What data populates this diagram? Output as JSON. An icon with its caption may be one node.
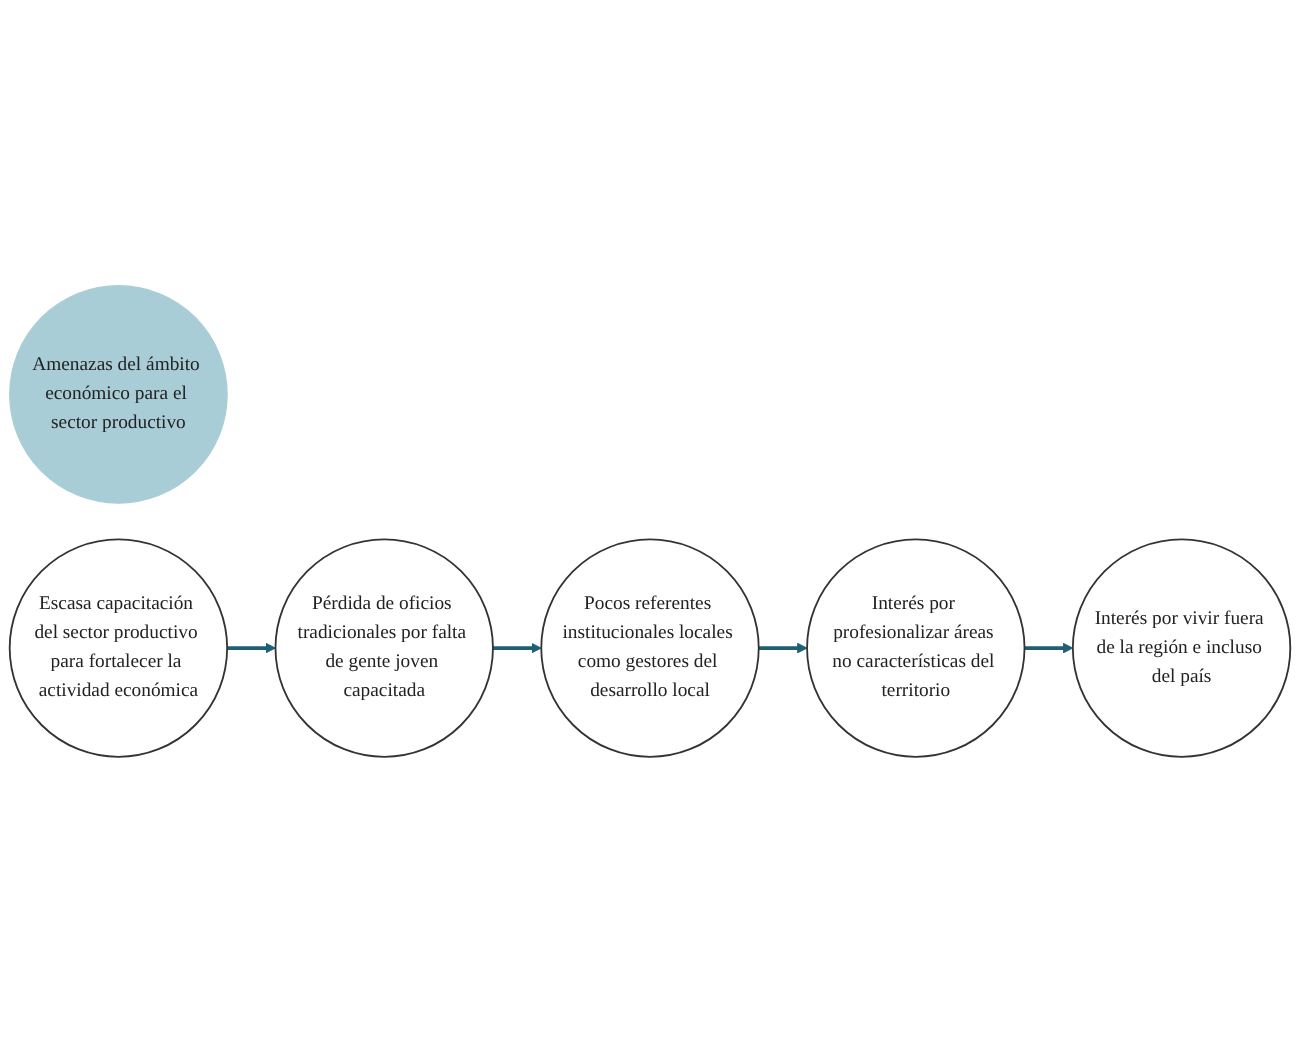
{
  "diagram": {
    "nodes": [
      {
        "text": [
          "Amenazas del ámbito económico para el sector productivo"
        ]
      },
      {
        "text": [
          "Pérdida de oficios tradicionales por falta de gente joven capacitada"
        ]
      },
      {
        "text": [
          "Pocos referentes institucionales locales como gestores del desarrollo local"
        ]
      },
      {
        "text": [
          "Interés por profesionalizar áreas no características del territorio"
        ]
      },
      {
        "text": [
          "Interés por vivir fuera de la región e incluso del país"
        ]
      },
      {
        "text": [
          "Escasa capacitación del sector productivo para fortalecer la actividad económica"
        ]
      }
    ],
    "edges": [
      {
        "from": 5,
        "to": 1,
        "arrow": "to"
      },
      {
        "from": 1,
        "to": 2,
        "arrow": "to"
      },
      {
        "from": 2,
        "to": 3,
        "arrow": "to"
      },
      {
        "from": 3,
        "to": 4,
        "arrow": "to"
      }
    ]
  }
}
